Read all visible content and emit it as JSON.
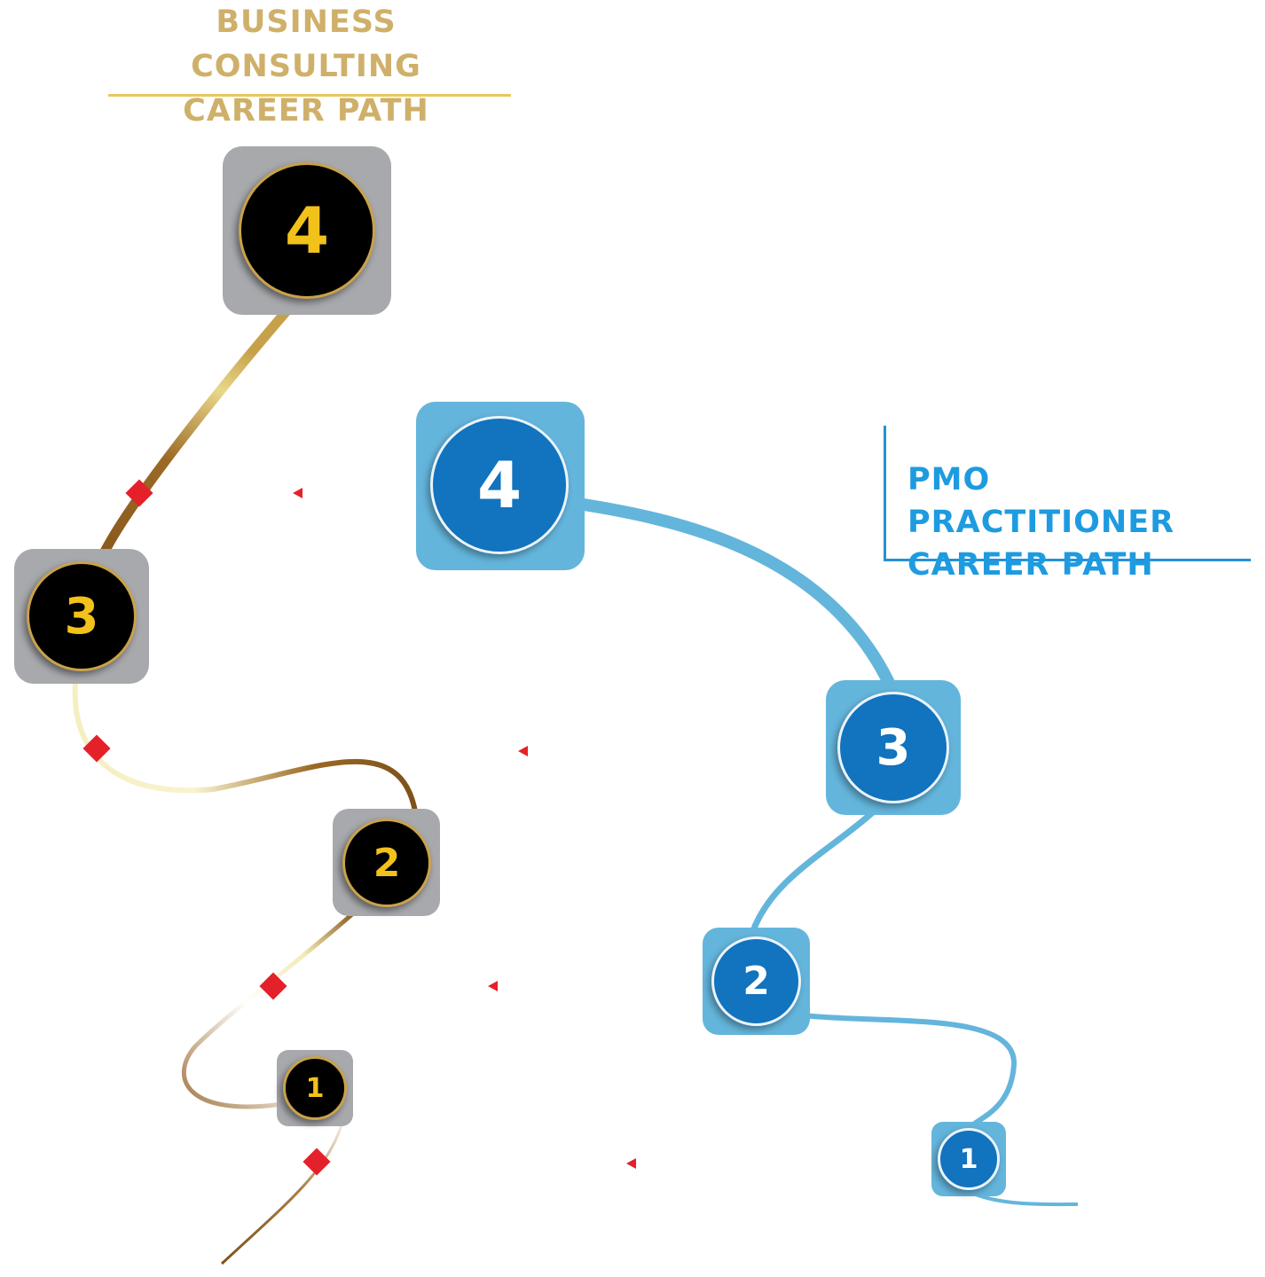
{
  "business_consulting": {
    "title_line1": "BUSINESS CONSULTING",
    "title_line2": "CAREER PATH",
    "steps": [
      "4",
      "3",
      "2",
      "1"
    ],
    "colors": {
      "box": "#a8a9ad",
      "disc": "#000000",
      "number": "#f2c21a",
      "heading": "#cfb06a"
    }
  },
  "pmo_practitioner": {
    "title_line1": "PMO PRACTITIONER",
    "title_line2": "CAREER PATH",
    "steps": [
      "4",
      "3",
      "2",
      "1"
    ],
    "colors": {
      "box": "#64b5dc",
      "disc": "#1273be",
      "number": "#ffffff",
      "heading": "#1e9be0"
    }
  },
  "marker_color": "#e4212b"
}
